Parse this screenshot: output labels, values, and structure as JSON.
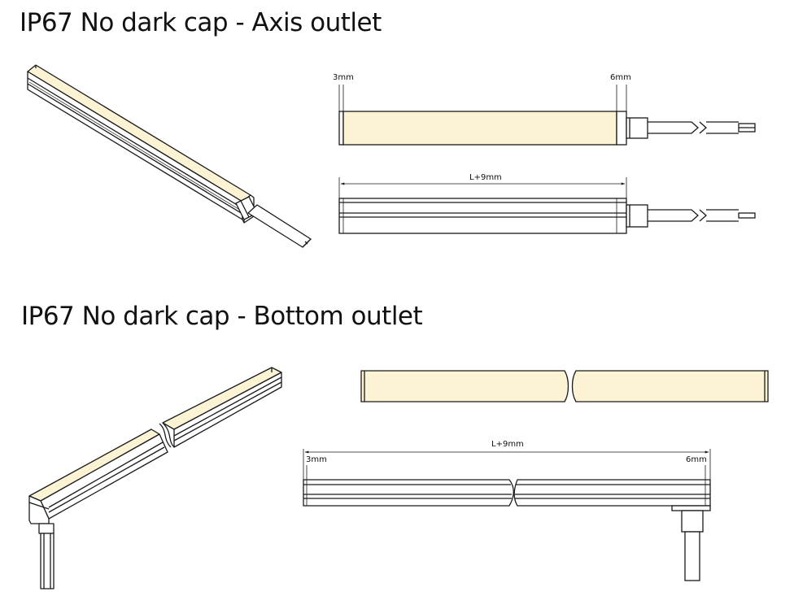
{
  "sections": [
    {
      "title": "IP67 No dark cap - Axis outlet",
      "dimensions": {
        "left_cap": "3mm",
        "right_cap": "6mm",
        "total_length": "L+9mm"
      }
    },
    {
      "title": "IP67 No dark cap - Bottom outlet",
      "dimensions": {
        "left_cap": "3mm",
        "right_cap": "6mm",
        "total_length": "L+9mm"
      }
    }
  ],
  "colors": {
    "diffuser": "#fbf3d4",
    "line": "#1a1a1a",
    "background": "#ffffff"
  }
}
